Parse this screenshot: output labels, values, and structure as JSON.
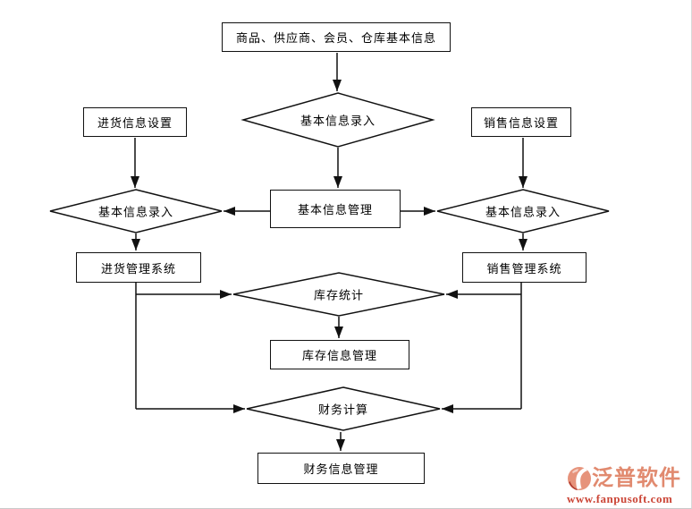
{
  "diagram": {
    "type": "flowchart",
    "line_color": "#111111",
    "nodes": {
      "source": {
        "label": "商品、供应商、会员、仓库基本信息",
        "shape": "rect"
      },
      "entry_center": {
        "label": "基本信息录入",
        "shape": "diamond"
      },
      "base_mgmt": {
        "label": "基本信息管理",
        "shape": "rect"
      },
      "purchase_setup": {
        "label": "进货信息设置",
        "shape": "rect"
      },
      "sales_setup": {
        "label": "销售信息设置",
        "shape": "rect"
      },
      "entry_left": {
        "label": "基本信息录入",
        "shape": "diamond"
      },
      "entry_right": {
        "label": "基本信息录入",
        "shape": "diamond"
      },
      "purchase_sys": {
        "label": "进货管理系统",
        "shape": "rect"
      },
      "sales_sys": {
        "label": "销售管理系统",
        "shape": "rect"
      },
      "inventory_stats": {
        "label": "库存统计",
        "shape": "diamond"
      },
      "inventory_mgmt": {
        "label": "库存信息管理",
        "shape": "rect"
      },
      "finance_calc": {
        "label": "财务计算",
        "shape": "diamond"
      },
      "finance_mgmt": {
        "label": "财务信息管理",
        "shape": "rect"
      }
    },
    "edges": [
      {
        "from": "source",
        "to": "entry_center"
      },
      {
        "from": "entry_center",
        "to": "base_mgmt"
      },
      {
        "from": "base_mgmt",
        "to": "entry_left"
      },
      {
        "from": "base_mgmt",
        "to": "entry_right"
      },
      {
        "from": "purchase_setup",
        "to": "entry_left"
      },
      {
        "from": "sales_setup",
        "to": "entry_right"
      },
      {
        "from": "entry_left",
        "to": "purchase_sys"
      },
      {
        "from": "entry_right",
        "to": "sales_sys"
      },
      {
        "from": "purchase_sys",
        "to": "inventory_stats"
      },
      {
        "from": "sales_sys",
        "to": "inventory_stats"
      },
      {
        "from": "purchase_sys",
        "to": "finance_calc"
      },
      {
        "from": "sales_sys",
        "to": "finance_calc"
      },
      {
        "from": "inventory_stats",
        "to": "inventory_mgmt"
      },
      {
        "from": "finance_calc",
        "to": "finance_mgmt"
      }
    ]
  },
  "watermark": {
    "brand": "泛普软件",
    "url": "www.fanpusoft.com",
    "brand_color": "#e18a6f",
    "url_color": "#cb4536"
  }
}
